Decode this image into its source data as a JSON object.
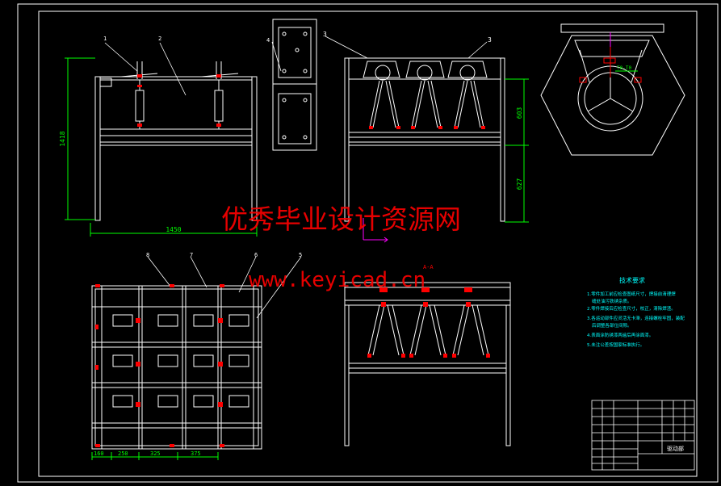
{
  "sheet": {
    "background": "#000000",
    "line_color": "#ffffff",
    "dimension_color": "#00ff00",
    "accent_color": "#ff0000",
    "cursor_color": "#ff00ff",
    "note_color": "#00ffff"
  },
  "callouts": {
    "c1": "1",
    "c2": "2",
    "c3a": "3",
    "c3b": "3",
    "c4": "4",
    "c5": "5",
    "c6": "6",
    "c7": "7",
    "c8": "8"
  },
  "front_view": {
    "height_dim": "1418",
    "width_dim": "1450"
  },
  "side_view": {
    "upper_dim": "603",
    "lower_dim": "627"
  },
  "detail_view": {
    "label": "T0-T0"
  },
  "plan_view": {
    "dims": [
      "160",
      "250",
      "325",
      "375"
    ]
  },
  "section_view": {
    "label": "A-A"
  },
  "tech_notes": {
    "title": "技术要求",
    "lines": [
      "1.零件加工前应检查图纸尺寸，焊接前清理焊",
      "缝处油污铁锈杂质。",
      "2.零件焊接后应检查尺寸，校正，清除焊渣。",
      "3.各运动部件应灵活无卡滞，连接螺栓牢固，装配",
      "后调整各部位间隙。",
      "4.表面涂防锈漆两遍后再涂面漆。",
      "5.未注公差按国家标准执行。"
    ]
  },
  "title_block": {
    "label": "驱动部"
  },
  "watermark": {
    "chinese": "优秀毕业设计资源网",
    "url": "www.keyicad.cn"
  }
}
